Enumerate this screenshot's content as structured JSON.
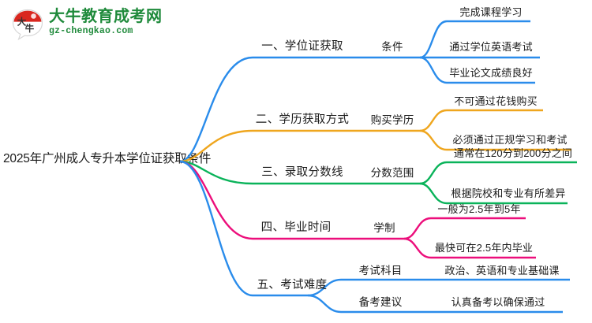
{
  "logo": {
    "mark_icon": "bull-speech-bubble-logo-icon",
    "name": "大牛教育成考网",
    "url": "gz-chengkao.com",
    "brand_green": "#1f8a3b",
    "brand_red": "#d9271f"
  },
  "root": {
    "title": "2025年广州成人专升本学位证获取条件"
  },
  "colors": {
    "blue": "#2a8ceb",
    "orange": "#efa61e",
    "green": "#0ab35a",
    "pink": "#ec0e7b"
  },
  "branches": [
    {
      "label": "一、学位证获取",
      "color": "#2a8ceb",
      "sub": "条件",
      "leaves": [
        "完成课程学习",
        "通过学位英语考试",
        "毕业论文成绩良好"
      ]
    },
    {
      "label": "二、学历获取方式",
      "color": "#efa61e",
      "sub": "购买学历",
      "leaves": [
        "不可通过花钱购买",
        "必须通过正规学习和考试"
      ]
    },
    {
      "label": "三、录取分数线",
      "color": "#0ab35a",
      "sub": "分数范围",
      "leaves": [
        "通常在120分到200分之间",
        "根据院校和专业有所差异"
      ]
    },
    {
      "label": "四、毕业时间",
      "color": "#ec0e7b",
      "sub": "学制",
      "leaves": [
        "一般为2.5年到5年",
        "最快可在2.5年内毕业"
      ]
    },
    {
      "label": "五、考试难度",
      "color": "#2a8ceb",
      "pairs": [
        {
          "sub": "考试科目",
          "leaf": "政治、英语和专业基础课"
        },
        {
          "sub": "备考建议",
          "leaf": "认真备考以确保通过"
        }
      ]
    }
  ]
}
